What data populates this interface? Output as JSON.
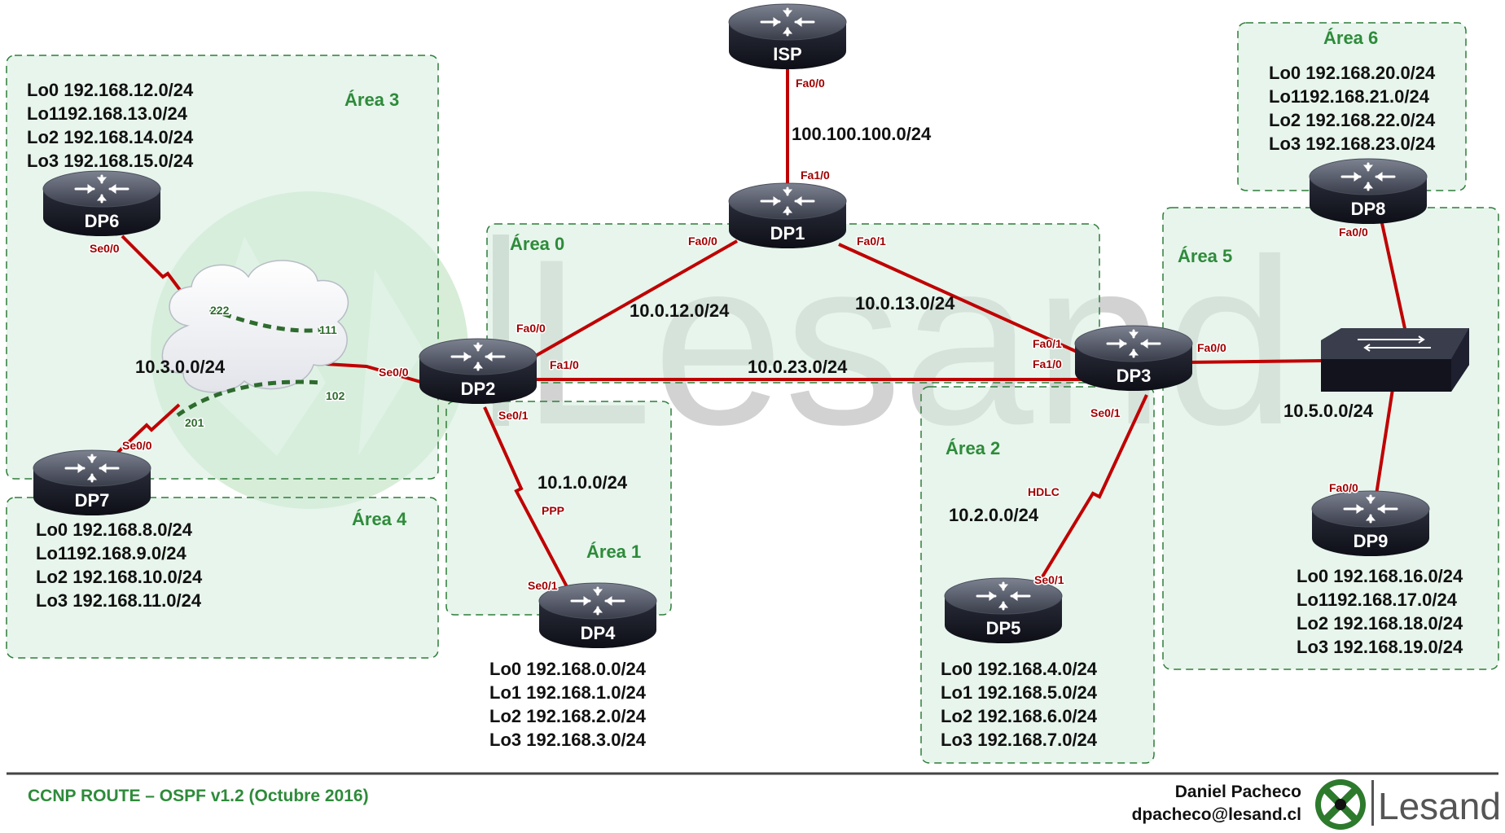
{
  "watermark": {
    "text": "Lesand"
  },
  "areas": [
    {
      "id": "area3",
      "label": "Área 3"
    },
    {
      "id": "area4",
      "label": "Área 4"
    },
    {
      "id": "area0",
      "label": "Área 0"
    },
    {
      "id": "area1",
      "label": "Área 1"
    },
    {
      "id": "area2",
      "label": "Área 2"
    },
    {
      "id": "area5",
      "label": "Área 5"
    },
    {
      "id": "area6",
      "label": "Área 6"
    }
  ],
  "routers": [
    {
      "id": "isp",
      "label": "ISP"
    },
    {
      "id": "dp1",
      "label": "DP1"
    },
    {
      "id": "dp2",
      "label": "DP2"
    },
    {
      "id": "dp3",
      "label": "DP3"
    },
    {
      "id": "dp4",
      "label": "DP4"
    },
    {
      "id": "dp5",
      "label": "DP5"
    },
    {
      "id": "dp6",
      "label": "DP6"
    },
    {
      "id": "dp7",
      "label": "DP7"
    },
    {
      "id": "dp8",
      "label": "DP8"
    },
    {
      "id": "dp9",
      "label": "DP9"
    }
  ],
  "loopbacks": {
    "dp6": [
      "Lo0 192.168.12.0/24",
      "Lo1192.168.13.0/24",
      "Lo2 192.168.14.0/24",
      "Lo3 192.168.15.0/24"
    ],
    "dp7": [
      "Lo0 192.168.8.0/24",
      "Lo1192.168.9.0/24",
      "Lo2 192.168.10.0/24",
      "Lo3 192.168.11.0/24"
    ],
    "dp4": [
      "Lo0 192.168.0.0/24",
      "Lo1 192.168.1.0/24",
      "Lo2 192.168.2.0/24",
      "Lo3 192.168.3.0/24"
    ],
    "dp5": [
      "Lo0 192.168.4.0/24",
      "Lo1 192.168.5.0/24",
      "Lo2 192.168.6.0/24",
      "Lo3 192.168.7.0/24"
    ],
    "dp8": [
      "Lo0 192.168.20.0/24",
      "Lo1192.168.21.0/24",
      "Lo2 192.168.22.0/24",
      "Lo3 192.168.23.0/24"
    ],
    "dp9": [
      "Lo0 192.168.16.0/24",
      "Lo1192.168.17.0/24",
      "Lo2 192.168.18.0/24",
      "Lo3 192.168.19.0/24"
    ]
  },
  "networks": {
    "isp_dp1": "100.100.100.0/24",
    "dp1_dp2": "10.0.12.0/24",
    "dp1_dp3": "10.0.13.0/24",
    "dp2_dp3": "10.0.23.0/24",
    "frame_relay": "10.3.0.0/24",
    "dp2_dp4": "10.1.0.0/24",
    "dp3_dp5": "10.2.0.0/24",
    "area5_lan": "10.5.0.0/24"
  },
  "interfaces": {
    "isp_fa00": "Fa0/0",
    "dp1_fa10": "Fa1/0",
    "dp1_fa00": "Fa0/0",
    "dp1_fa01": "Fa0/1",
    "dp2_fa00": "Fa0/0",
    "dp2_fa10": "Fa1/0",
    "dp2_se00": "Se0/0",
    "dp2_se01": "Se0/1",
    "dp3_fa01": "Fa0/1",
    "dp3_fa10": "Fa1/0",
    "dp3_fa00": "Fa0/0",
    "dp3_se01": "Se0/1",
    "dp4_se01": "Se0/1",
    "dp5_se01": "Se0/1",
    "dp6_se00": "Se0/0",
    "dp7_se00": "Se0/0",
    "dp8_fa00": "Fa0/0",
    "dp9_fa00": "Fa0/0"
  },
  "encapsulation": {
    "ppp": "PPP",
    "hdlc": "HDLC"
  },
  "dlci": {
    "d222": "222",
    "d111": "111",
    "d102": "102",
    "d201": "201"
  },
  "footer": {
    "title": "CCNP ROUTE – OSPF v1.2 (Octubre 2016)",
    "author": "Daniel Pacheco",
    "email": "dpacheco@lesand.cl",
    "brand": "Lesand"
  },
  "colors": {
    "link": "#c00000",
    "area_fill": "#d7eedf",
    "area_border": "#2e7d3a",
    "area_label": "#2e8b3a",
    "label_red": "#a00000",
    "dlci_green": "#2e6b2e"
  }
}
